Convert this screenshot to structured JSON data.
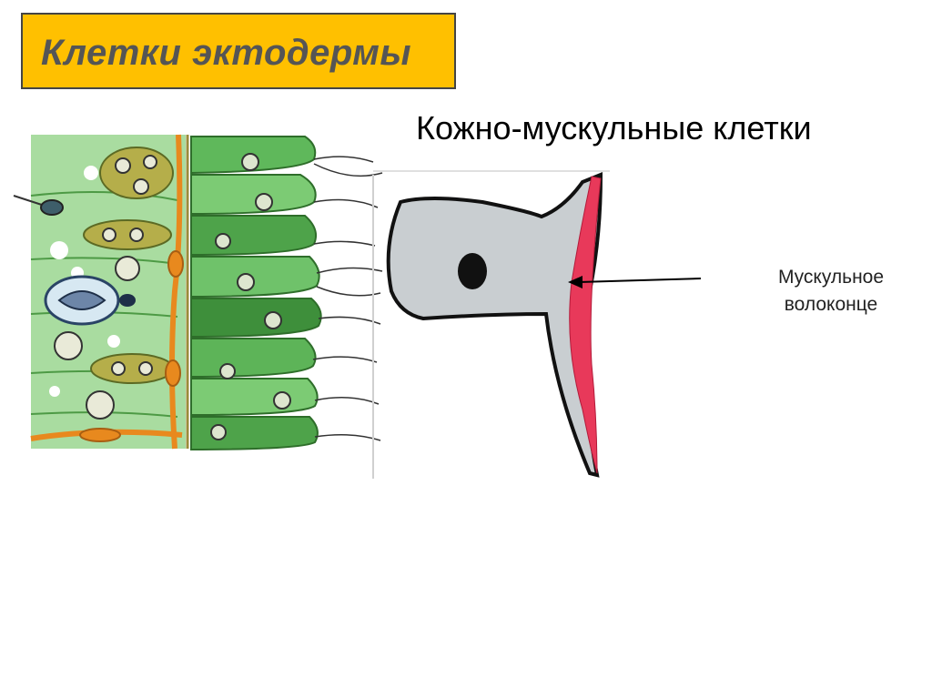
{
  "slide": {
    "title": "Клетки эктодермы",
    "subtitle": "Кожно-мускульные клетки",
    "label_line1": "Мускульное",
    "label_line2": "волоконце"
  },
  "colors": {
    "title_bg": "#FFC000",
    "cell_gray": "#C9CED1",
    "muscle_fiber": "#E8395A",
    "tissue_light_green": "#8BCF8A",
    "tissue_dark_green": "#3C9A3C",
    "nerve_orange": "#E8891E"
  }
}
